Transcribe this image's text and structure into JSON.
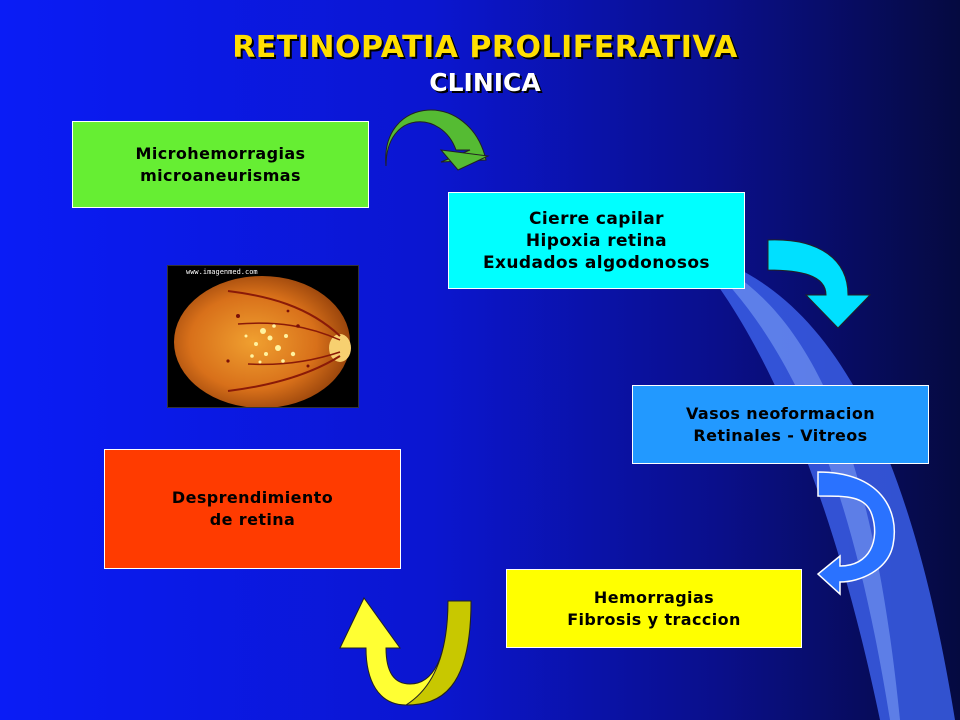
{
  "title": "RETINOPATIA PROLIFERATIVA",
  "subtitle": "CLINICA",
  "boxes": {
    "microhemorragias": {
      "lines": [
        "Microhemorragias",
        "microaneurismas"
      ],
      "color": "#66ee33"
    },
    "cierre": {
      "lines": [
        "Cierre capilar",
        "Hipoxia retina",
        "Exudados algodonosos"
      ],
      "color": "#00ffff"
    },
    "vasos": {
      "lines": [
        "Vasos neoformacion",
        "Retinales - Vitreos"
      ],
      "color": "#2299ff"
    },
    "hemorragias": {
      "lines": [
        "Hemorragias",
        "Fibrosis y traccion"
      ],
      "color": "#ffff00"
    },
    "desprendimiento": {
      "lines": [
        "Desprendimiento",
        "de retina"
      ],
      "color": "#ff3b00"
    }
  },
  "image": {
    "caption": "www.imagenmed.com",
    "depicts": "retina-fundus-photo"
  },
  "colors": {
    "title": "#ffdf00",
    "background": "#0a1cf6"
  },
  "arrows": [
    "curved-arrow-green",
    "curved-arrow-cyan",
    "curved-arrow-blue",
    "curved-arrow-yellow"
  ]
}
